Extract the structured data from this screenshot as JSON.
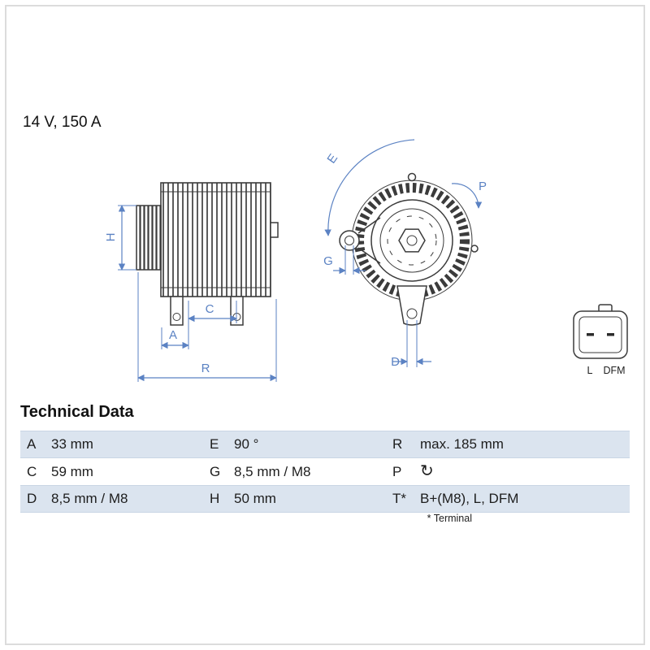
{
  "header": {
    "spec_label": "14 V, 150 A"
  },
  "drawing": {
    "dimension_labels": {
      "H": "H",
      "A": "A",
      "C": "C",
      "R": "R",
      "E": "E",
      "P": "P",
      "G": "G",
      "D": "D"
    },
    "connector": {
      "pin_left": "L",
      "pin_right": "DFM"
    },
    "colors": {
      "dimension_blue": "#5b82c3",
      "outline_gray": "#3b3b3b",
      "row_shade": "#dbe4ef",
      "frame_gray": "#dcdcdc"
    }
  },
  "technical_data": {
    "heading": "Technical Data",
    "footnote": "* Terminal",
    "rows": [
      [
        {
          "key": "A",
          "value": "33 mm"
        },
        {
          "key": "E",
          "value": "90 °"
        },
        {
          "key": "R",
          "value": "max. 185 mm"
        }
      ],
      [
        {
          "key": "C",
          "value": "59 mm"
        },
        {
          "key": "G",
          "value": "8,5 mm / M8"
        },
        {
          "key": "P",
          "value": "↻",
          "icon": "clockwise-rotation-icon"
        }
      ],
      [
        {
          "key": "D",
          "value": "8,5 mm / M8"
        },
        {
          "key": "H",
          "value": "50 mm"
        },
        {
          "key": "T*",
          "value": "B+(M8), L, DFM"
        }
      ]
    ]
  }
}
